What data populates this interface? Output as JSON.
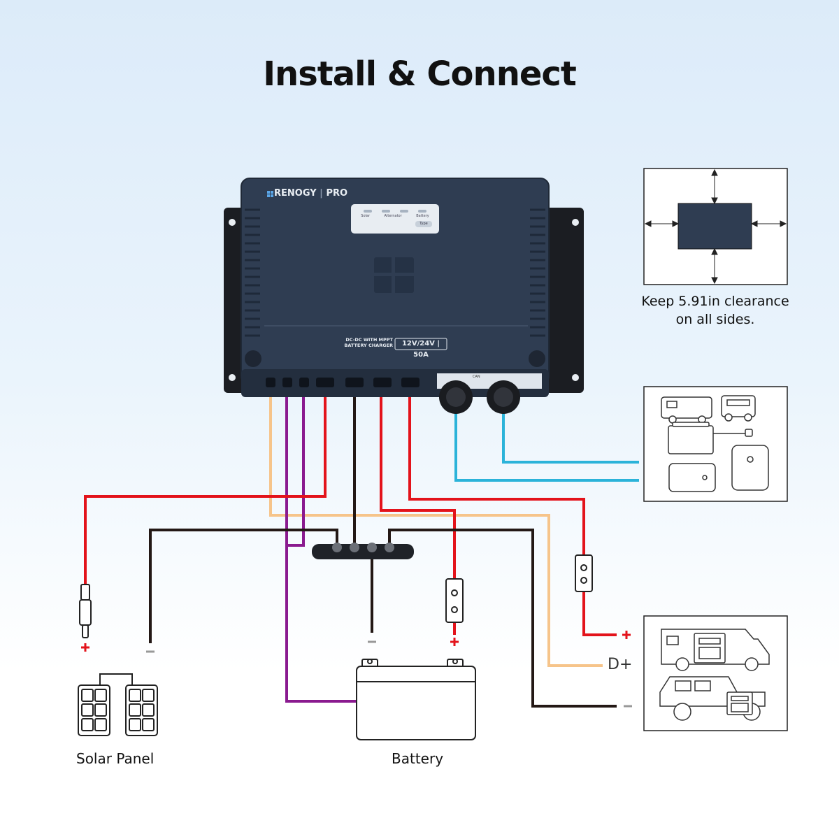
{
  "title": "Install & Connect",
  "controller": {
    "brand": "RENOGY",
    "brand_suffix": "PRO",
    "indicators": [
      "Solar",
      "Alternator",
      "Battery"
    ],
    "type_button": "Type",
    "description_line1": "DC-DC WITH MPPT",
    "description_line2": "BATTERY CHARGER",
    "rating": "12V/24V | 50A",
    "can_label": "CAN"
  },
  "clearance": {
    "line1": "Keep 5.91in clearance",
    "line2": "on all sides."
  },
  "labels": {
    "solar_panel": "Solar Panel",
    "battery": "Battery",
    "d_plus": "D+"
  },
  "colors": {
    "positive": "#e3131b",
    "negative": "#231815",
    "d_plus": "#f6c48a",
    "ignition": "#8a1a8f",
    "can": "#2bb3d9",
    "controller_body": "#2f3d52"
  }
}
